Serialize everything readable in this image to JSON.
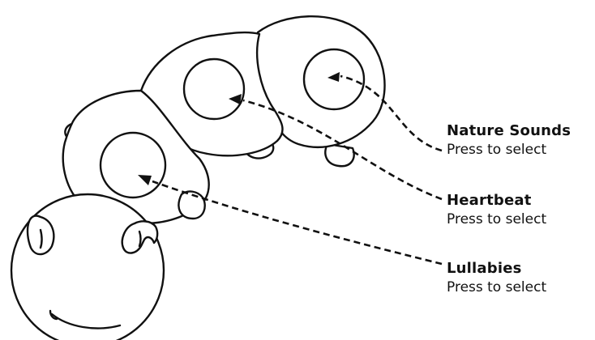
{
  "callouts": [
    {
      "title": "Nature Sounds",
      "subtitle": "Press to select"
    },
    {
      "title": "Heartbeat",
      "subtitle": "Press to select"
    },
    {
      "title": "Lullabies",
      "subtitle": "Press to select"
    }
  ],
  "colors": {
    "ink": "#111111",
    "background": "#ffffff"
  },
  "icons": [
    "caterpillar-toy-illustration",
    "arrow-icon"
  ]
}
